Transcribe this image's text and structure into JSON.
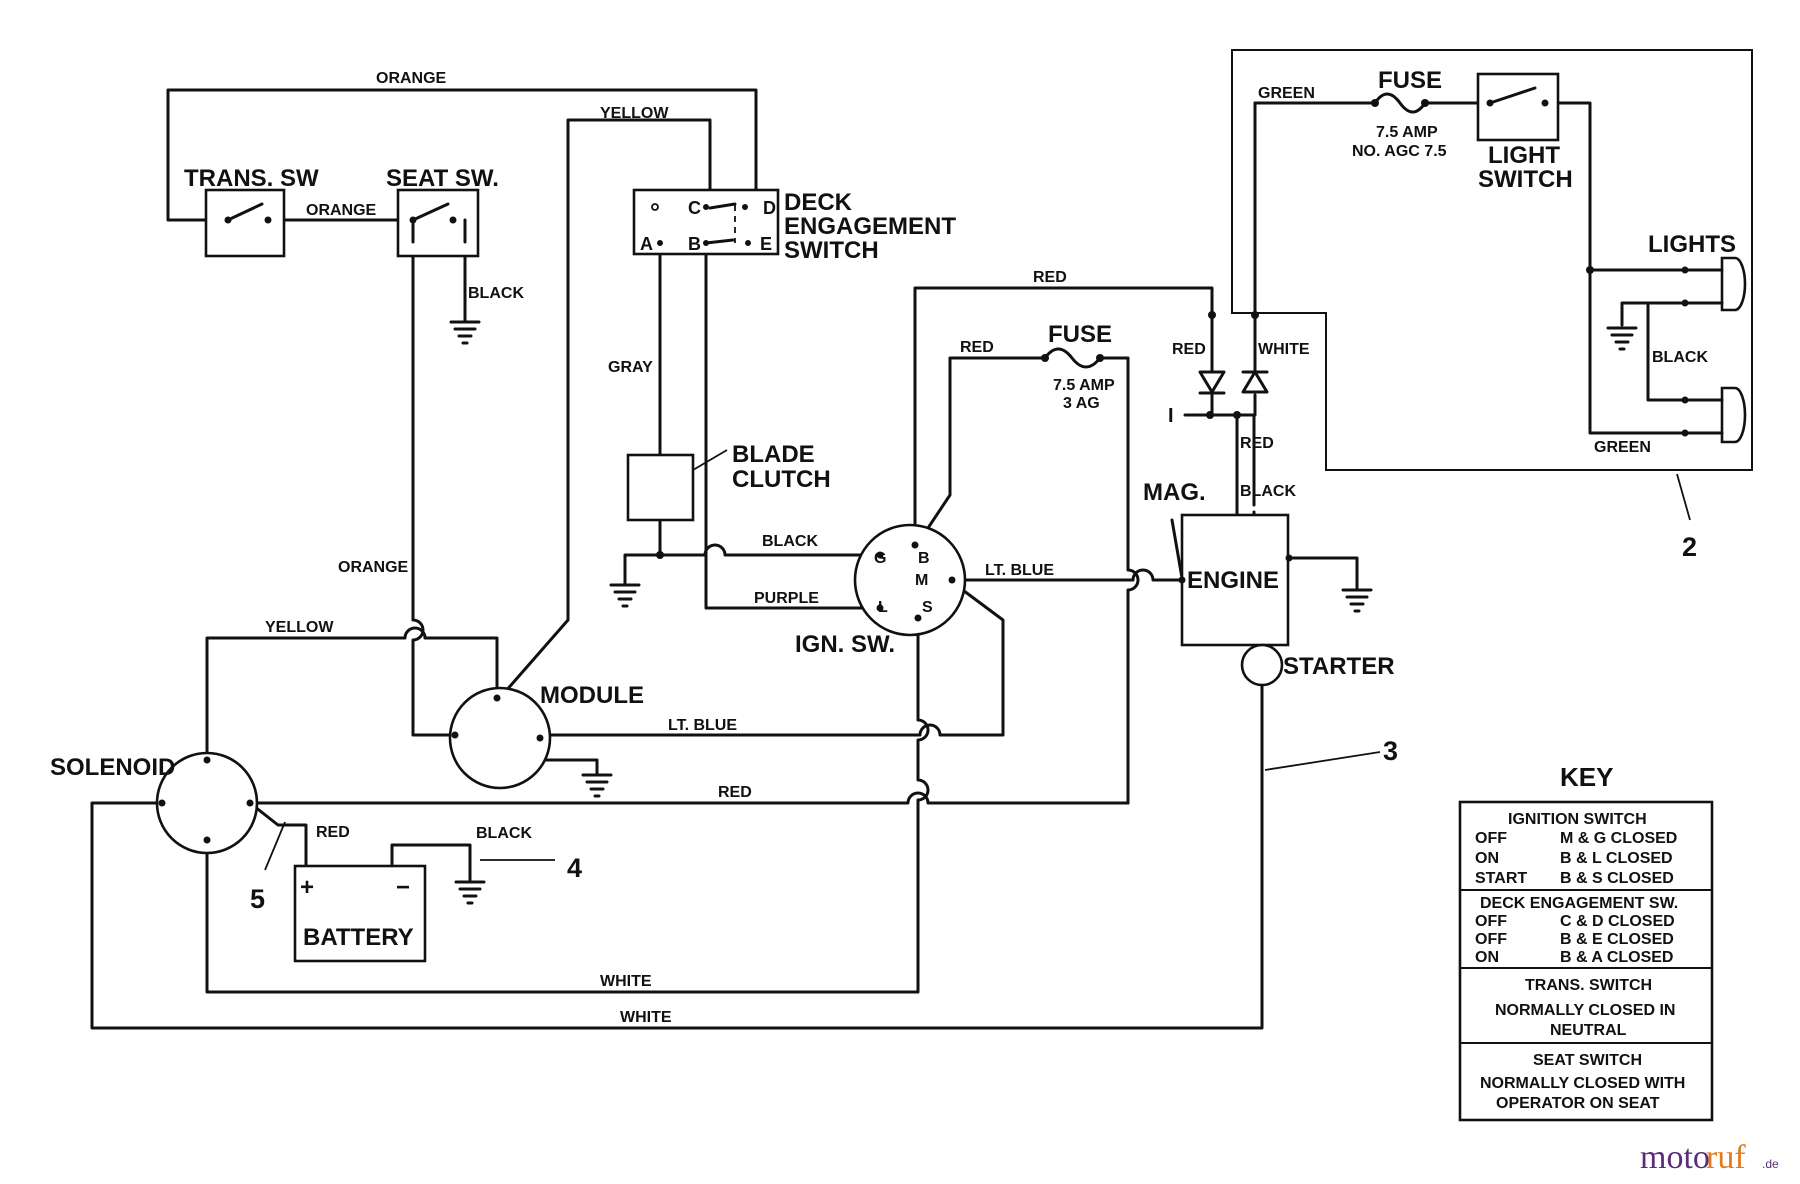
{
  "components": {
    "trans_sw": "TRANS. SW",
    "seat_sw": "SEAT SW.",
    "deck_switch": [
      "DECK",
      "ENGAGEMENT",
      "SWITCH"
    ],
    "deck_terminals": {
      "c": "C",
      "d": "D",
      "a": "A",
      "b": "B",
      "e": "E"
    },
    "blade_clutch": [
      "BLADE",
      "CLUTCH"
    ],
    "fuse_main": "FUSE",
    "fuse_main_rating": [
      "7.5 AMP",
      "3 AG"
    ],
    "ign_sw": "IGN. SW.",
    "ign_terminals": {
      "g": "G",
      "b": "B",
      "m": "M",
      "l": "L",
      "s": "S"
    },
    "module": "MODULE",
    "solenoid": "SOLENOID",
    "battery": "BATTERY",
    "battery_plus": "+",
    "battery_minus": "−",
    "mag": "MAG.",
    "engine": "ENGINE",
    "starter": "STARTER",
    "fuse_light": "FUSE",
    "fuse_light_rating": [
      "7.5 AMP",
      "NO. AGC 7.5"
    ],
    "light_switch": [
      "LIGHT",
      "SWITCH"
    ],
    "lights": "LIGHTS",
    "i_label": "I"
  },
  "wires": {
    "orange_top": "ORANGE",
    "orange_mid": "ORANGE",
    "orange_left": "ORANGE",
    "yellow_top": "YELLOW",
    "yellow_left": "YELLOW",
    "black_seat": "BLACK",
    "gray": "GRAY",
    "black_ign": "BLACK",
    "purple": "PURPLE",
    "lt_blue_ign": "LT. BLUE",
    "lt_blue_module": "LT. BLUE",
    "red_top": "RED",
    "red_fuse": "RED",
    "red_diode": "RED",
    "white_diode": "WHITE",
    "red_mag": "RED",
    "black_mag": "BLACK",
    "red_solenoid": "RED",
    "red_battery": "RED",
    "black_battery": "BLACK",
    "white_inner": "WHITE",
    "white_outer": "WHITE",
    "green_top": "GREEN",
    "green_bottom": "GREEN",
    "black_lights": "BLACK"
  },
  "callouts": {
    "c2": "2",
    "c3": "3",
    "c4": "4",
    "c5": "5"
  },
  "key": {
    "title": "KEY",
    "ignition": {
      "header": "IGNITION SWITCH",
      "rows": [
        {
          "pos": "OFF",
          "state": "M & G CLOSED"
        },
        {
          "pos": "ON",
          "state": "B & L CLOSED"
        },
        {
          "pos": "START",
          "state": "B & S CLOSED"
        }
      ]
    },
    "deck": {
      "header": "DECK ENGAGEMENT SW.",
      "rows": [
        {
          "pos": "OFF",
          "state": "C & D CLOSED"
        },
        {
          "pos": "OFF",
          "state": "B & E CLOSED"
        },
        {
          "pos": "ON",
          "state": "B & A CLOSED"
        }
      ]
    },
    "trans": {
      "header": "TRANS. SWITCH",
      "lines": [
        "NORMALLY CLOSED IN",
        "NEUTRAL"
      ]
    },
    "seat": {
      "header": "SEAT SWITCH",
      "lines": [
        "NORMALLY CLOSED WITH",
        "OPERATOR ON SEAT"
      ]
    }
  },
  "watermark": {
    "part1": "moto",
    "part2": "ruf",
    "suffix": ".de"
  }
}
